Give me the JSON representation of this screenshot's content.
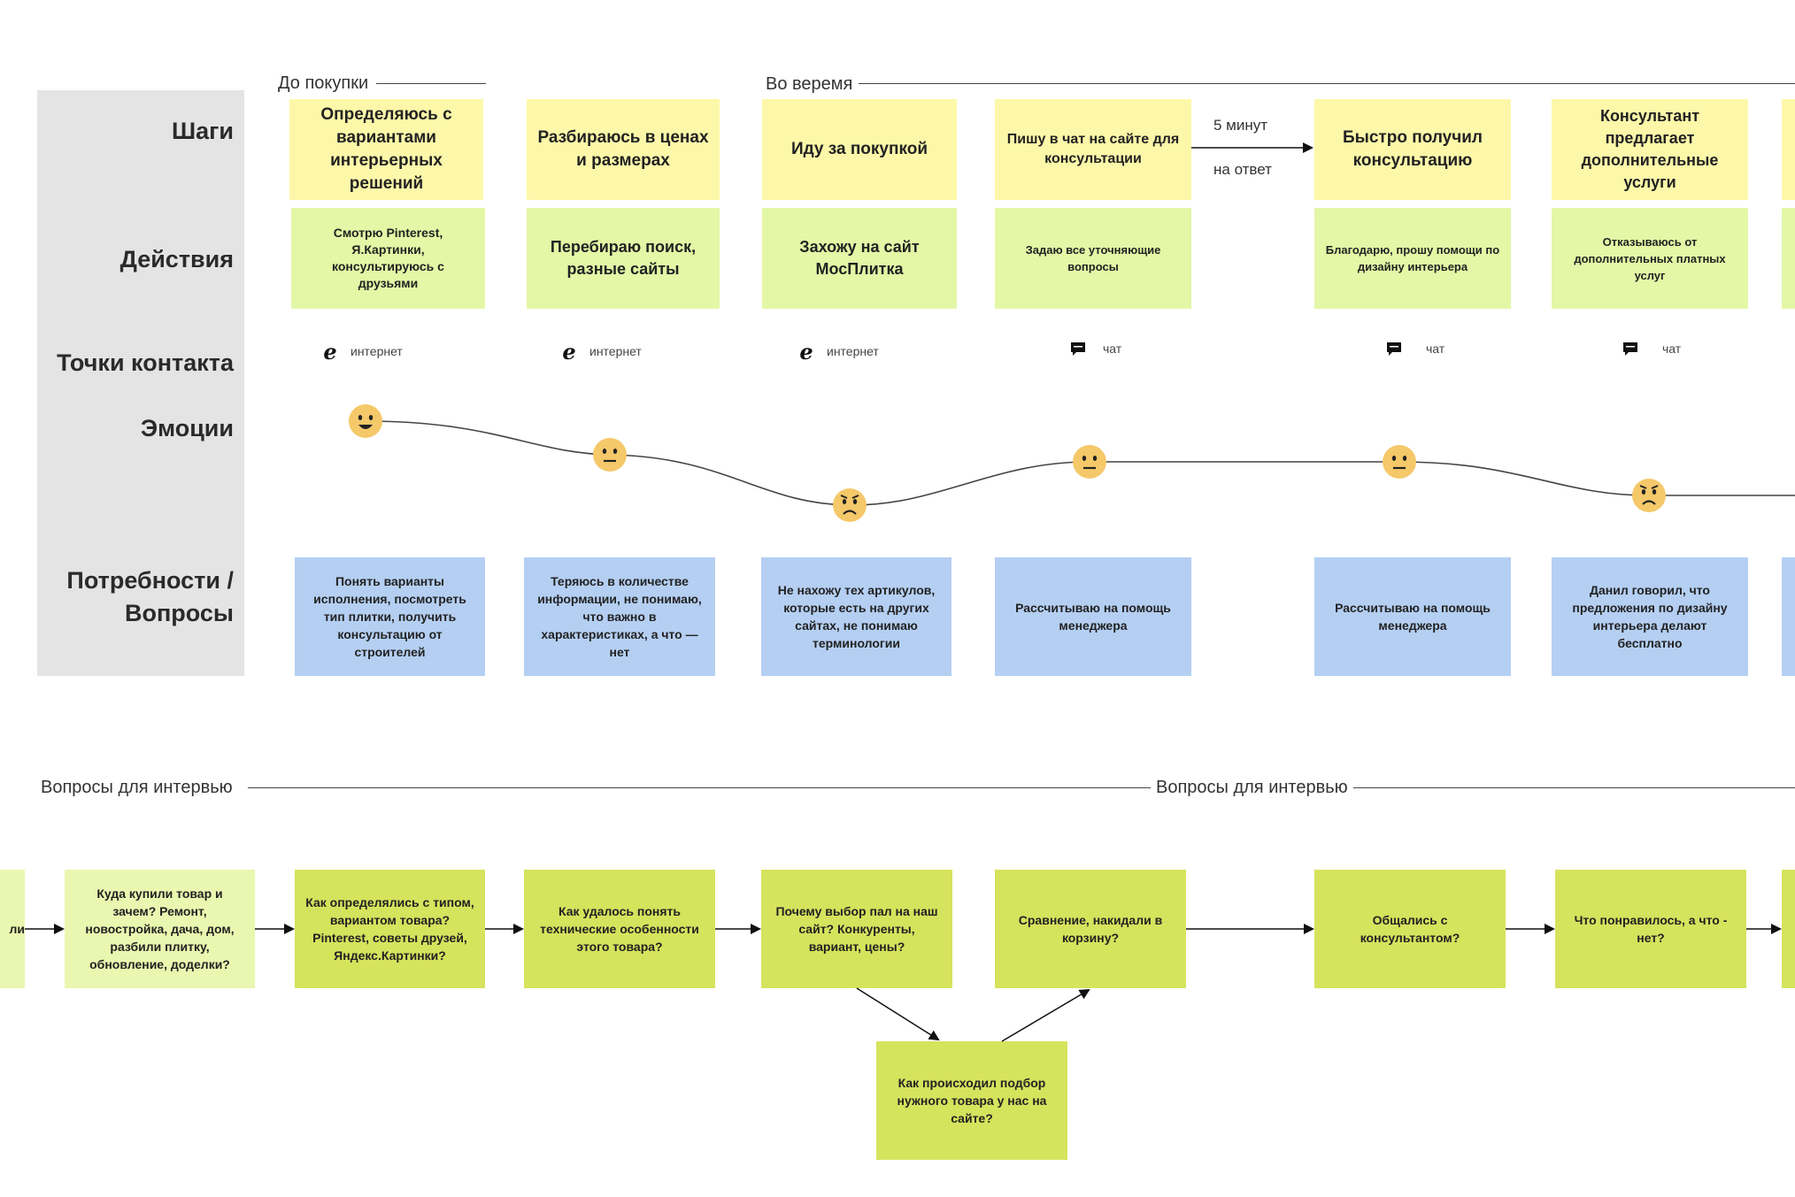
{
  "phases": {
    "before": "До покупки",
    "during": "Во веремя"
  },
  "row_labels": {
    "steps": "Шаги",
    "actions": "Действия",
    "touchpoints": "Точки контакта",
    "emotions": "Эмоции",
    "needs_line1": "Потребности /",
    "needs_line2": "Вопросы"
  },
  "steps": [
    "Определяюсь с вариантами интерьерных решений",
    "Разбираюсь в ценах и размерах",
    "Иду за покупкой",
    "Пишу в чат на сайте для консультации",
    "Быстро получил консультацию",
    "Консультант предлагает дополнительные услуги"
  ],
  "transition": {
    "time": "5 минут",
    "label": "на ответ"
  },
  "actions": [
    "Смотрю Pinterest, Я.Картинки, консультируюсь с друзьями",
    "Перебираю поиск, разные сайты",
    "Захожу на сайт МосПлитка",
    "Задаю все уточняющие вопросы",
    "Благодарю, прошу помощи по дизайну интерьера",
    "Отказываюсь от дополнительных платных услуг"
  ],
  "touchpoints": [
    {
      "icon": "internet-explorer-icon",
      "label": "интернет"
    },
    {
      "icon": "internet-explorer-icon",
      "label": "интернет"
    },
    {
      "icon": "internet-explorer-icon",
      "label": "интернет"
    },
    {
      "icon": "chat-icon",
      "label": "чат"
    },
    {
      "icon": "chat-icon",
      "label": "чат"
    },
    {
      "icon": "chat-icon",
      "label": "чат"
    }
  ],
  "emotions": [
    "happy",
    "neutral",
    "angry",
    "neutral",
    "neutral",
    "angry"
  ],
  "needs": [
    "Понять варианты исполнения, посмотреть тип плитки, получить консультацию от строителей",
    "Теряюсь в количестве информации, не понимаю, что важно в характеристиках, а что — нет",
    "Не нахожу тех артикулов, которые есть на других сайтах, не понимаю терминологии",
    "Рассчитываю на помощь менеджера",
    "Рассчитываю на помощь менеджера",
    "Данил говорил, что предложения по дизайну интерьера делают бесплатно"
  ],
  "interview": {
    "label_left": "Вопросы для интервью",
    "label_right": "Вопросы для интервью",
    "cut_left_text": "ли",
    "questions": [
      "Куда купили товар и зачем? Ремонт, новостройка, дача, дом, разбили плитку, обновление, доделки?",
      "Как определялись с типом, вариантом товара? Pinterest, советы друзей, Яндекс.Картинки?",
      "Как удалось понять технические особенности этого товара?",
      "Почему выбор пал на наш сайт? Конкуренты, вариант, цены?",
      "Сравнение, накидали в корзину?",
      "Общались с консультантом?",
      "Что понравилось, а что - нет?"
    ],
    "branch": "Как происходил подбор нужного товара у нас на сайте?"
  },
  "colors": {
    "step": "#fdf8a9",
    "action": "#e3f7a6",
    "need": "#b4cff2",
    "question": "#d6e35d",
    "emoji": "#f5c86a"
  }
}
